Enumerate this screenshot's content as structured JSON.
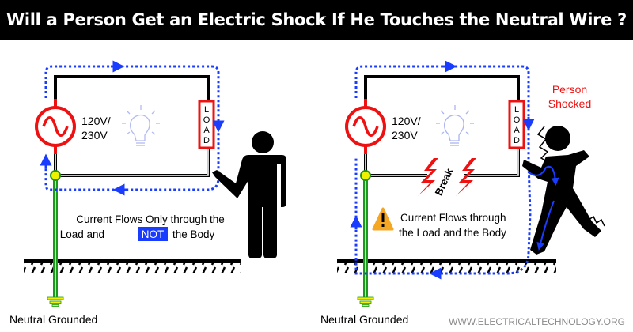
{
  "title": "Will a Person Get an Electric Shock If He Touches the Neutral Wire ?",
  "left_panel": {
    "voltage_line1": "120V/",
    "voltage_line2": "230V",
    "load_letters": [
      "L",
      "O",
      "A",
      "D"
    ],
    "caption_line1": "Current Flows  Only through the",
    "caption_line2_pre": "Load and",
    "caption_highlight": "NOT",
    "caption_line2_post": "the Body",
    "ground_label": "Neutral Grounded"
  },
  "right_panel": {
    "voltage_line1": "120V/",
    "voltage_line2": "230V",
    "load_letters": [
      "L",
      "O",
      "A",
      "D"
    ],
    "break_label": "Break",
    "person_label_line1": "Person",
    "person_label_line2": "Shocked",
    "caption_line1": "Current Flows through",
    "caption_line2": "the Load and the Body",
    "ground_label": "Neutral Grounded"
  },
  "watermark": "WWW.ELECTRICALTECHNOLOGY.ORG",
  "colors": {
    "current_path": "#1a3cff",
    "source": "#ee1111",
    "ground_wire_outer": "#1a9a1a",
    "ground_wire_inner": "#f0f000",
    "warning": "#f5a623",
    "highlight_bg": "#1a3cff",
    "person_label": "#ee1111"
  }
}
